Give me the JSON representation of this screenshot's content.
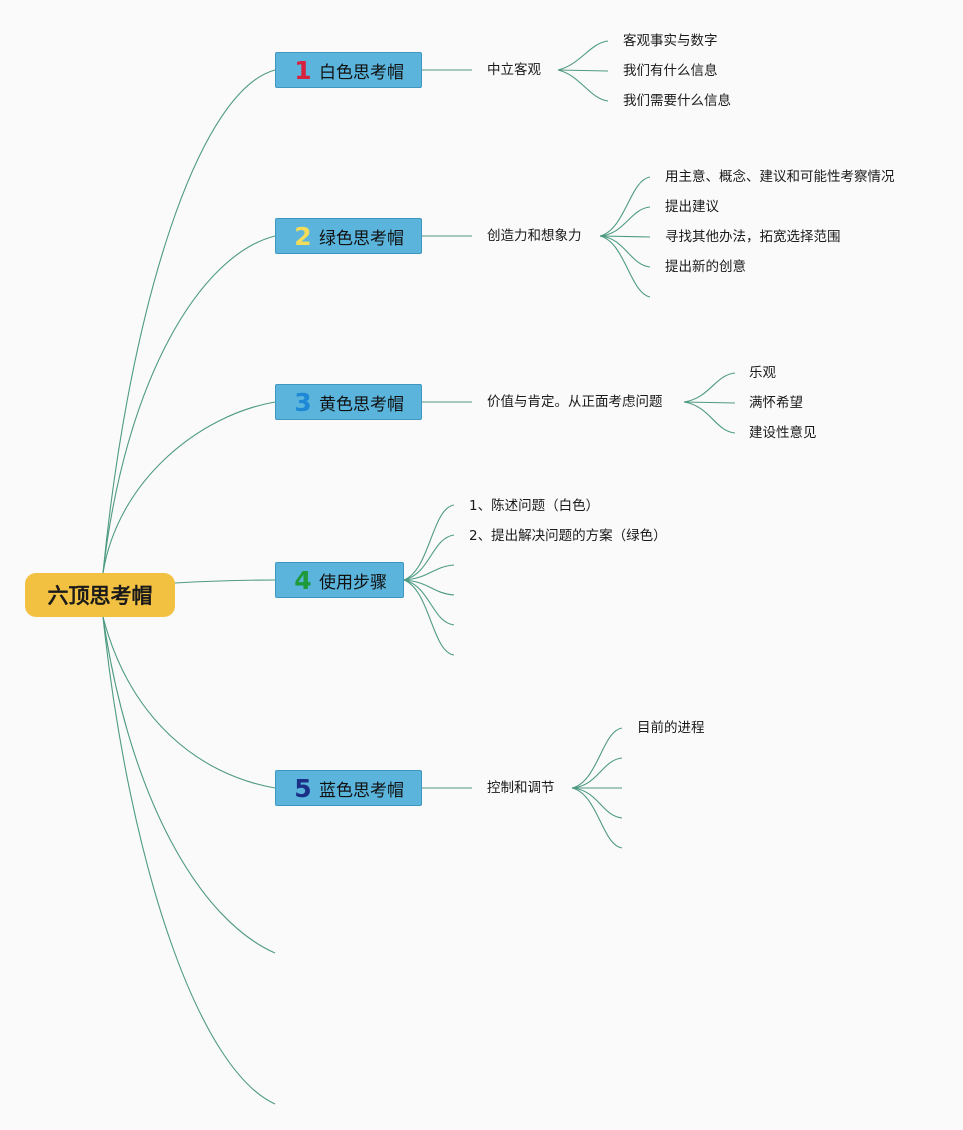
{
  "root": {
    "label": "六顶思考帽"
  },
  "colors": {
    "root_bg": "#f2c141",
    "hat_bg": "#5ab4dc",
    "edge": "#4e9a82"
  },
  "branches": [
    {
      "number": "1",
      "number_color": "#d8213c",
      "label": "白色思考帽",
      "summary": "中立客观",
      "details": [
        "客观事实与数字",
        "我们有什么信息",
        "我们需要什么信息"
      ]
    },
    {
      "number": "2",
      "number_color": "#f3dc5a",
      "label": "绿色思考帽",
      "summary": "创造力和想象力",
      "details": [
        "用主意、概念、建议和可能性考察情况",
        "提出建议",
        "寻找其他办法，拓宽选择范围",
        "提出新的创意",
        ""
      ]
    },
    {
      "number": "3",
      "number_color": "#1e88d6",
      "label": "黄色思考帽",
      "summary": "价值与肯定。从正面考虑问题",
      "details": [
        "乐观",
        "满怀希望",
        "建设性意见"
      ]
    },
    {
      "number": "4",
      "number_color": "#1e9a3a",
      "label": "使用步骤",
      "summary": "",
      "details": [
        "1、陈述问题（白色）",
        "2、提出解决问题的方案（绿色）",
        "",
        "",
        "",
        ""
      ]
    },
    {
      "number": "5",
      "number_color": "#1b2f86",
      "label": "蓝色思考帽",
      "summary": "控制和调节",
      "details": [
        "目前的进程",
        "",
        "",
        "",
        ""
      ]
    }
  ]
}
